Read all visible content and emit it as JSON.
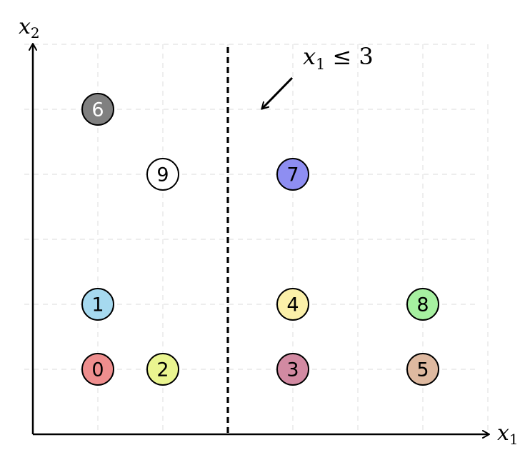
{
  "axes": {
    "x_label": {
      "var": "x",
      "sub": "1"
    },
    "y_label": {
      "var": "x",
      "sub": "2"
    },
    "x_range": [
      0,
      7
    ],
    "y_range": [
      0,
      6
    ],
    "grid": true,
    "grid_style": "dashed light gray"
  },
  "split": {
    "x": 3,
    "label_var": "x",
    "label_sub": "1",
    "label_op": "≤ 3",
    "line_style": "thick dashed black"
  },
  "points": [
    {
      "label": "0",
      "x": 1,
      "y": 1,
      "color": "#ee8e8e"
    },
    {
      "label": "1",
      "x": 1,
      "y": 2,
      "color": "#a6d9ef"
    },
    {
      "label": "2",
      "x": 2,
      "y": 1,
      "color": "#eaf590"
    },
    {
      "label": "3",
      "x": 4,
      "y": 1,
      "color": "#d28aa2"
    },
    {
      "label": "4",
      "x": 4,
      "y": 2,
      "color": "#fbf0a9"
    },
    {
      "label": "5",
      "x": 6,
      "y": 1,
      "color": "#deb9a0"
    },
    {
      "label": "6",
      "x": 1,
      "y": 5,
      "color": "#808080",
      "text_color": "#ffffff"
    },
    {
      "label": "7",
      "x": 4,
      "y": 4,
      "color": "#8e8ef2"
    },
    {
      "label": "8",
      "x": 6,
      "y": 2,
      "color": "#a6f0a0"
    },
    {
      "label": "9",
      "x": 2,
      "y": 4,
      "color": "#ffffff"
    }
  ]
}
